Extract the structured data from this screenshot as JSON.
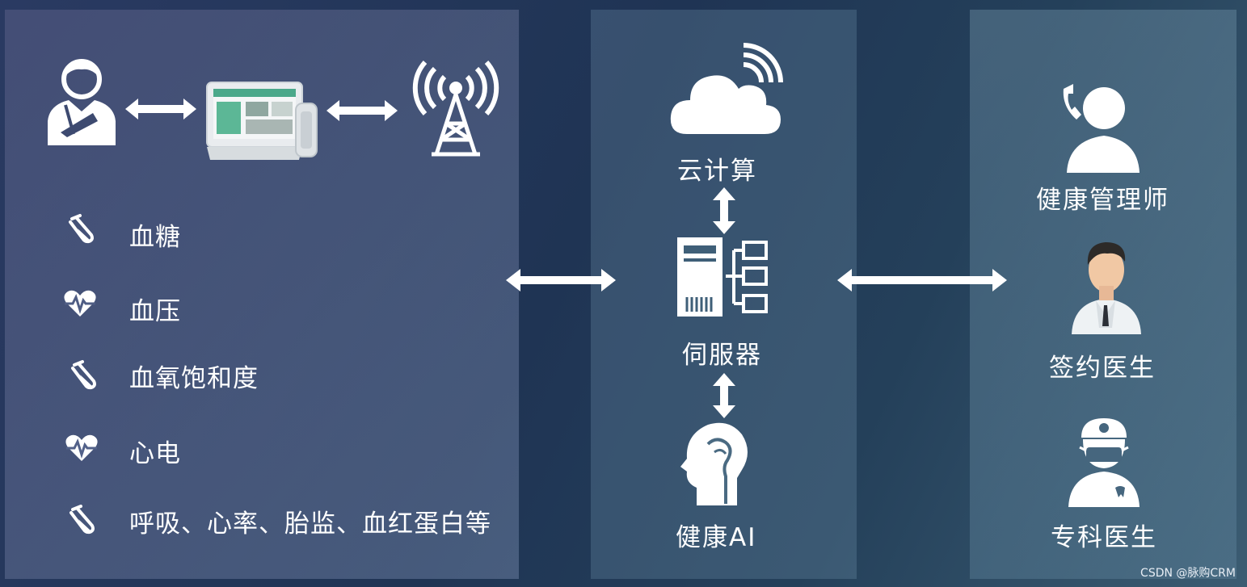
{
  "metrics": [
    {
      "icon": "test-tube-icon",
      "label": "血糖"
    },
    {
      "icon": "heart-pulse-icon",
      "label": "血压"
    },
    {
      "icon": "test-tube-icon",
      "label": "血氧饱和度"
    },
    {
      "icon": "heart-pulse-icon",
      "label": "心电"
    },
    {
      "icon": "test-tube-icon",
      "label": "呼吸、心率、胎监、血红蛋白等"
    }
  ],
  "middle": {
    "cloud_label": "云计算",
    "server_label": "伺服器",
    "ai_label": "健康AI"
  },
  "right": {
    "manager_label": "健康管理师",
    "signed_doctor_label": "签约医生",
    "specialist_label": "专科医生"
  },
  "watermark": "CSDN @脉购CRM",
  "colors": {
    "background": "#1f3454",
    "foreground": "#ffffff"
  }
}
